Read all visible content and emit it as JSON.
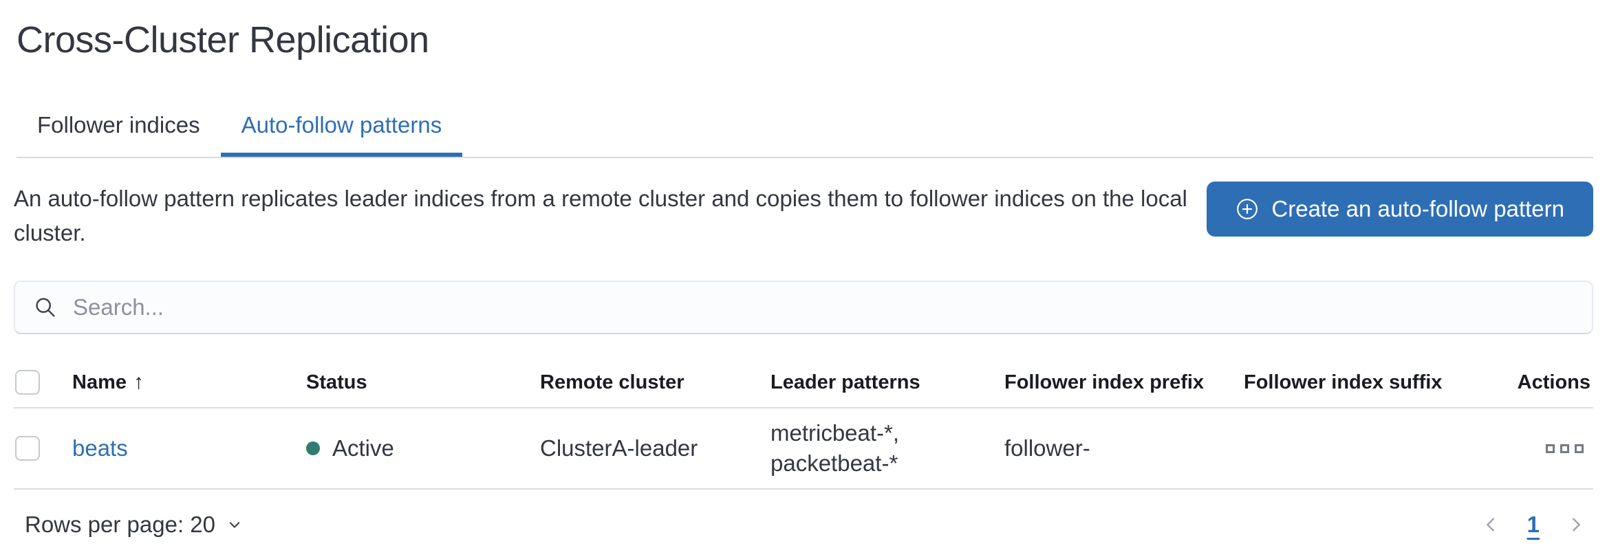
{
  "page": {
    "title": "Cross-Cluster Replication"
  },
  "tabs": [
    {
      "label": "Follower indices",
      "active": false
    },
    {
      "label": "Auto-follow patterns",
      "active": true
    }
  ],
  "description": "An auto-follow pattern replicates leader indices from a remote cluster and copies them to follower indices on the local cluster.",
  "create_button": {
    "label": "Create an auto-follow pattern",
    "icon": "plus-in-circle-icon"
  },
  "search": {
    "placeholder": "Search...",
    "value": "",
    "icon": "search-icon"
  },
  "table": {
    "columns": [
      {
        "label": "Name",
        "sort": "ascending",
        "sort_icon": "↑"
      },
      {
        "label": "Status"
      },
      {
        "label": "Remote cluster"
      },
      {
        "label": "Leader patterns"
      },
      {
        "label": "Follower index prefix"
      },
      {
        "label": "Follower index suffix"
      },
      {
        "label": "Actions"
      }
    ],
    "rows": [
      {
        "name": "beats",
        "status": "Active",
        "remote_cluster": "ClusterA-leader",
        "leader_patterns": [
          "metricbeat-*,",
          "packetbeat-*"
        ],
        "follower_index_prefix": "follower-",
        "follower_index_suffix": ""
      }
    ]
  },
  "footer": {
    "rows_per_page_label": "Rows per page: 20",
    "pagination": {
      "current_page": "1"
    }
  },
  "colors": {
    "accent": "#2e6eb5",
    "success": "#2f7d6e",
    "text": "#343741",
    "border": "#d9dce9"
  }
}
